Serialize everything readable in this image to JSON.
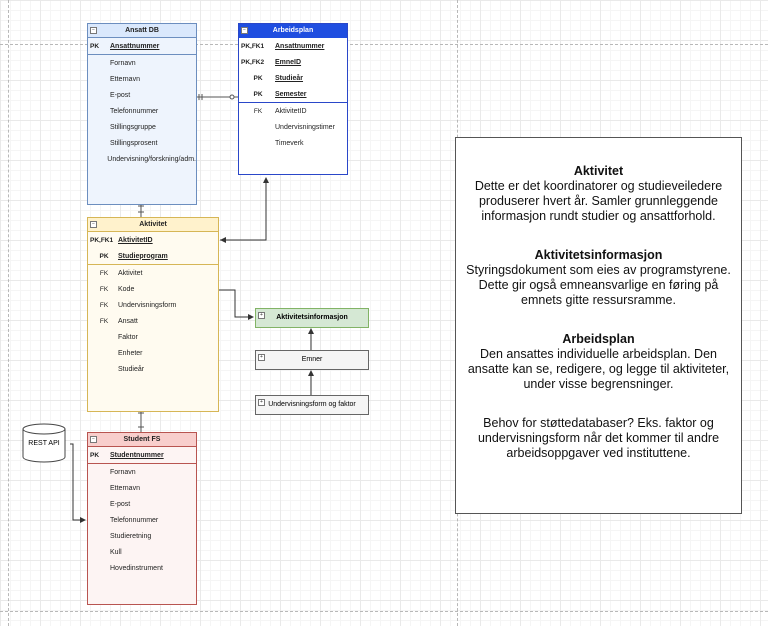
{
  "tables": {
    "ansatt": {
      "title": "Ansatt DB",
      "pk_label": "PK",
      "pk_field": "Ansattnummer",
      "fields": [
        "Fornavn",
        "Etternavn",
        "E-post",
        "Telefonnummer",
        "Stillingsgruppe",
        "Stillingsprosent",
        "Undervisning/forskning/adm."
      ]
    },
    "arbeidsplan": {
      "title": "Arbeidsplan",
      "keys": [
        {
          "key": "PK,FK1",
          "field": "Ansattnummer"
        },
        {
          "key": "PK,FK2",
          "field": "EmneID"
        },
        {
          "key": "PK",
          "field": "Studieår"
        },
        {
          "key": "PK",
          "field": "Semester"
        }
      ],
      "fields": [
        {
          "key": "FK",
          "field": "AktivitetID"
        },
        {
          "key": "",
          "field": "Undervisningstimer"
        },
        {
          "key": "",
          "field": "Timeverk"
        }
      ]
    },
    "aktivitet": {
      "title": "Aktivitet",
      "keys": [
        {
          "key": "PK,FK1",
          "field": "AktivitetID"
        },
        {
          "key": "PK",
          "field": "Studieprogram"
        }
      ],
      "fields": [
        {
          "key": "FK",
          "field": "Aktivitet"
        },
        {
          "key": "FK",
          "field": "Kode"
        },
        {
          "key": "FK",
          "field": "Undervisningsform"
        },
        {
          "key": "FK",
          "field": "Ansatt"
        },
        {
          "key": "",
          "field": "Faktor"
        },
        {
          "key": "",
          "field": "Enheter"
        },
        {
          "key": "",
          "field": "Studieår"
        }
      ]
    },
    "student": {
      "title": "Student FS",
      "pk_label": "PK",
      "pk_field": "Studentnummer",
      "fields": [
        "Fornavn",
        "Etternavn",
        "E-post",
        "Telefonnummer",
        "Studieretning",
        "Kull",
        "Hovedinstrument"
      ]
    }
  },
  "boxes": {
    "aktivitetsinformasjon": "Aktivitetsinformasjon",
    "emner": "Emner",
    "undervisningsform": "Undervisningsform og faktor"
  },
  "rest_api": "REST API",
  "note": {
    "sections": [
      {
        "title": "Aktivitet",
        "body": "Dette er det koordinatorer og studieveiledere produserer hvert år. Samler grunnleggende informasjon rundt studier og ansattforhold."
      },
      {
        "title": "Aktivitetsinformasjon",
        "body": "Styringsdokument som eies av programstyrene. Dette gir også emneansvarlige en føring på emnets gitte ressursramme."
      },
      {
        "title": "Arbeidsplan",
        "body": "Den ansattes individuelle arbeidsplan. Den ansatte kan se, redigere, og legge til aktiviteter, under visse begrensninger."
      },
      {
        "title": "",
        "body": "Behov for støttedatabaser? Eks. faktor og undervisningsform når det kommer til andre arbeidsoppgaver ved instituttene."
      }
    ]
  },
  "colors": {
    "ansatt_header": "#dae8fc",
    "arbeidsplan_header": "#1f4ee0",
    "aktivitet_header": "#fff2cc",
    "student_header": "#f8cecc",
    "aktivitetsinformasjon_fill": "#d5e8d4",
    "box_fill": "#f5f5f5"
  }
}
